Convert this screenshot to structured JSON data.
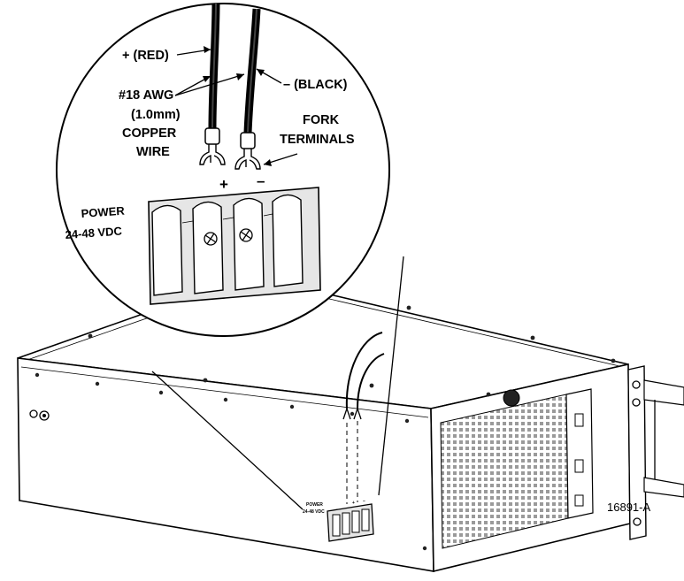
{
  "labels": {
    "positive_wire": "+ (RED)",
    "negative_wire": "– (BLACK)",
    "wire_gauge": "#18 AWG",
    "wire_diameter": "(1.0mm)",
    "wire_material_1": "COPPER",
    "wire_material_2": "WIRE",
    "terminal_type_1": "FORK",
    "terminal_type_2": "TERMINALS",
    "plus_sign": "+",
    "minus_sign": "–",
    "power_label": "POWER",
    "voltage_label": "24-48  VDC",
    "figure_id": "16891-A"
  },
  "colors": {
    "line": "#000000",
    "background": "#ffffff",
    "wire_fill": "#1a1a1a",
    "block_fill": "#e6e6e6",
    "vent_fill": "#d8d8d8"
  }
}
